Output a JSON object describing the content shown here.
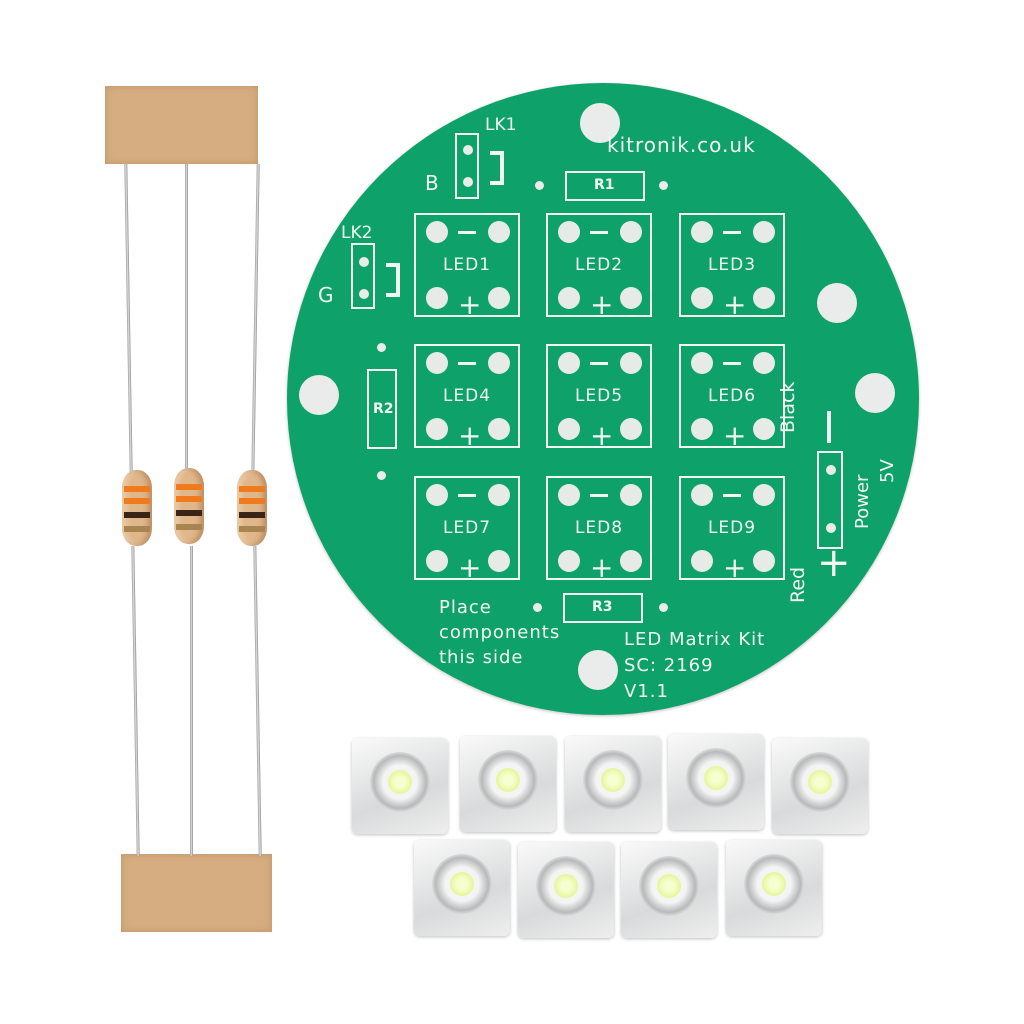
{
  "scene": {
    "description": "Kitronik LED Matrix Kit components on white background",
    "background_color": "#ffffff"
  },
  "pcb": {
    "color": "#0fa16a",
    "silkscreen_color": "#f2f7f2",
    "website": "kitronik.co.uk",
    "links": [
      {
        "id": "LK1",
        "label": "LK1",
        "side_letter": "B"
      },
      {
        "id": "LK2",
        "label": "LK2",
        "side_letter": "G"
      }
    ],
    "resistor_labels": [
      "R1",
      "R2",
      "R3"
    ],
    "led_pads": [
      "LED1",
      "LED2",
      "LED3",
      "LED4",
      "LED5",
      "LED6",
      "LED7",
      "LED8",
      "LED9"
    ],
    "pad_minus": "−",
    "pad_plus": "+",
    "power": {
      "label": "Power",
      "voltage": "5V",
      "negative_wire": "Black",
      "positive_wire": "Red",
      "minus_symbol": "−",
      "plus_symbol": "+"
    },
    "instruction_lines": [
      "Place",
      "components",
      "this side"
    ],
    "product_lines": [
      "LED Matrix Kit",
      "SC: 2169",
      "V1.1"
    ]
  },
  "resistors": {
    "count": 3,
    "bands": [
      "orange",
      "orange",
      "black",
      "gold"
    ],
    "tape_color": "#d6ad80"
  },
  "leds": {
    "count": 9,
    "type": "superflux white LED",
    "rows": [
      5,
      4
    ]
  }
}
